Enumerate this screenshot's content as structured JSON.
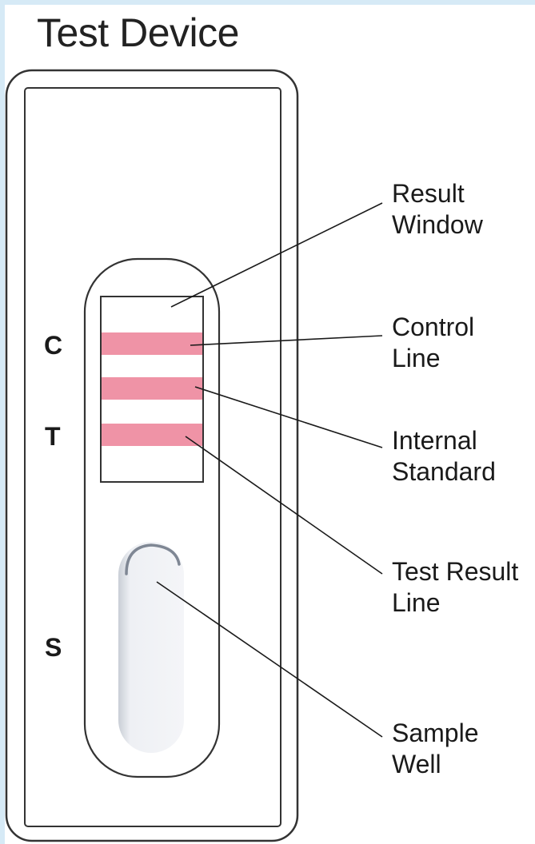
{
  "title": "Test Device",
  "side_labels": {
    "control": "C",
    "test": "T",
    "sample": "S"
  },
  "callouts": {
    "result_window": {
      "line1": "Result",
      "line2": "Window"
    },
    "control_line": {
      "line1": "Control",
      "line2": "Line"
    },
    "internal_standard": {
      "line1": "Internal",
      "line2": "Standard"
    },
    "test_result_line": {
      "line1": "Test Result",
      "line2": "Line"
    },
    "sample_well": {
      "line1": "Sample",
      "line2": "Well"
    }
  },
  "colors": {
    "background": "#d6eaf6",
    "line_band": "#ef93a6",
    "outline": "#333333",
    "sample_well_fill": "#eef0f4"
  }
}
